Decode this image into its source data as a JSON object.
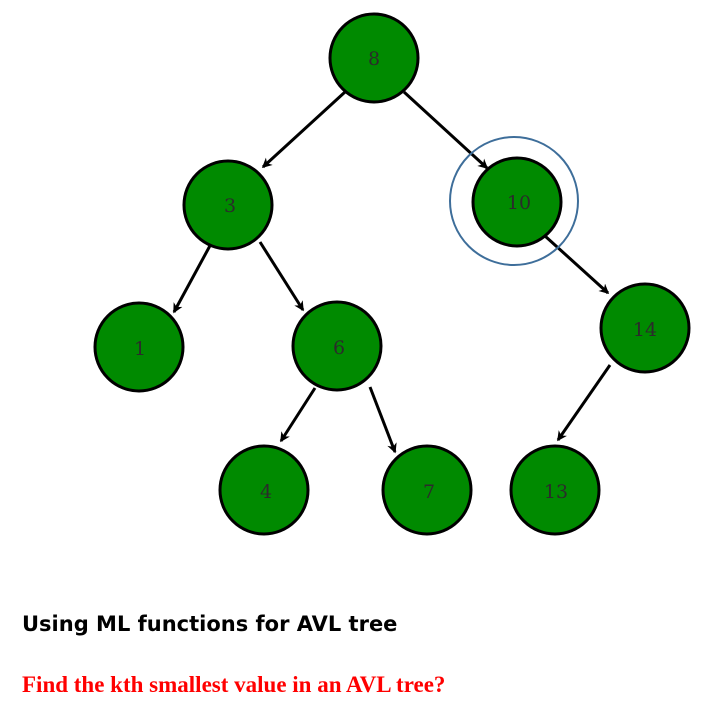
{
  "tree": {
    "nodes": [
      {
        "id": "n8",
        "label": "8"
      },
      {
        "id": "n3",
        "label": "3"
      },
      {
        "id": "n10",
        "label": "10"
      },
      {
        "id": "n1",
        "label": "1"
      },
      {
        "id": "n6",
        "label": "6"
      },
      {
        "id": "n14",
        "label": "14"
      },
      {
        "id": "n4",
        "label": "4"
      },
      {
        "id": "n7",
        "label": "7"
      },
      {
        "id": "n13",
        "label": "13"
      }
    ],
    "edges": [
      {
        "from": "8",
        "to": "3"
      },
      {
        "from": "8",
        "to": "10"
      },
      {
        "from": "3",
        "to": "1"
      },
      {
        "from": "3",
        "to": "6"
      },
      {
        "from": "6",
        "to": "4"
      },
      {
        "from": "6",
        "to": "7"
      },
      {
        "from": "10",
        "to": "14"
      },
      {
        "from": "14",
        "to": "13"
      }
    ],
    "highlighted_node": "10",
    "colors": {
      "node_fill": "#008a00",
      "node_stroke": "#000000",
      "edge": "#000000",
      "highlight_ring": "#3e6e9a"
    }
  },
  "captions": {
    "title": "Using ML functions for AVL tree",
    "question": "Find the kth smallest value in an AVL tree?",
    "question_color": "#ff0000"
  }
}
